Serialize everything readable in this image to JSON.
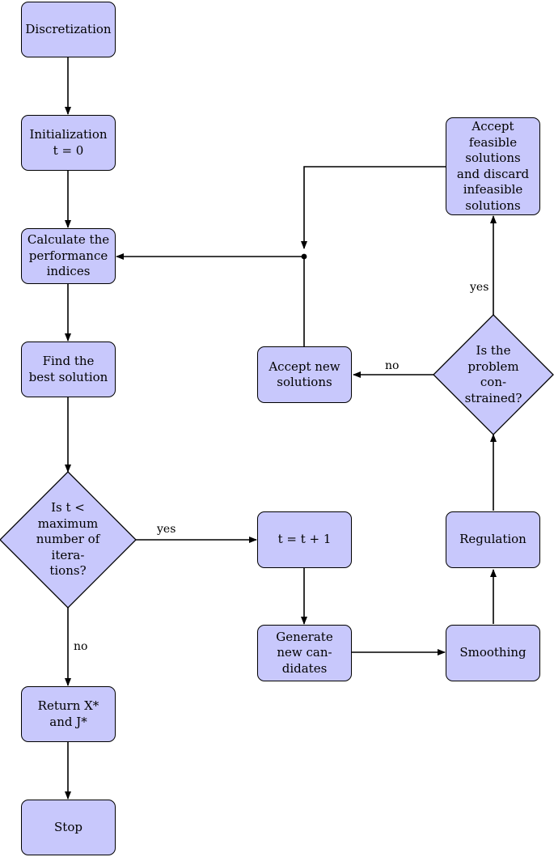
{
  "nodes": {
    "discretization": {
      "lines": [
        "Discretization"
      ]
    },
    "initialization": {
      "lines": [
        "Initialization",
        "t = 0"
      ]
    },
    "calc_perf": {
      "lines": [
        "Calculate the",
        "performance",
        "indices"
      ]
    },
    "find_best": {
      "lines": [
        "Find the",
        "best solution"
      ]
    },
    "is_t_less": {
      "lines": [
        "Is t <",
        "maximum",
        "number of",
        "itera-",
        "tions?"
      ]
    },
    "return_xj": {
      "lines": [
        "Return X*",
        "and J*"
      ]
    },
    "stop": {
      "lines": [
        "Stop"
      ]
    },
    "t_increment": {
      "lines": [
        "t = t + 1"
      ]
    },
    "generate": {
      "lines": [
        "Generate",
        "new can-",
        "didates"
      ]
    },
    "smoothing": {
      "lines": [
        "Smoothing"
      ]
    },
    "regulation": {
      "lines": [
        "Regulation"
      ]
    },
    "is_constrained": {
      "lines": [
        "Is the",
        "problem",
        "con-",
        "strained?"
      ]
    },
    "accept_feasible": {
      "lines": [
        "Accept",
        "feasible",
        "solutions",
        "and discard",
        "infeasible",
        "solutions"
      ]
    },
    "accept_new": {
      "lines": [
        "Accept new",
        "solutions"
      ]
    }
  },
  "edge_labels": {
    "yes_iterate": "yes",
    "no_stop": "no",
    "no_unconstrained": "no",
    "yes_constrained": "yes"
  }
}
